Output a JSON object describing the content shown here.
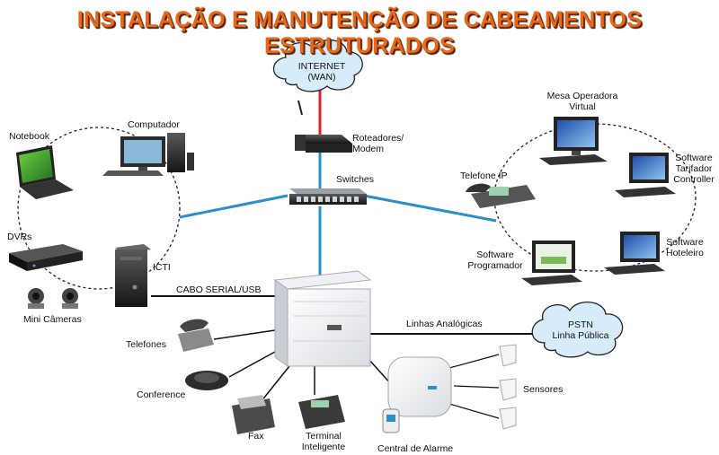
{
  "title": "INSTALAÇÃO E MANUTENÇÃO DE CABEAMENTOS ESTRUTURADOS",
  "colors": {
    "title": "#e8681a",
    "link_blue": "#2b8fc9",
    "wan_red": "#d8262a",
    "serial_black": "#111111"
  },
  "internet": {
    "line1": "INTERNET",
    "line2": "(WAN)"
  },
  "pstn": {
    "line1": "PSTN",
    "line2": "Linha Pública"
  },
  "labels": {
    "router": {
      "line1": "Roteadores/",
      "line2": "Modem"
    },
    "switches": "Switches",
    "computer": "Computador",
    "notebook": "Notebook",
    "dvrs": "DVRs",
    "mini_cameras": "Mini Câmeras",
    "icti": "ICTI",
    "serial": "CABO SERIAL/USB",
    "analog_lines": "Linhas Analógicas",
    "phones": "Telefones",
    "conference": "Conference",
    "fax": "Fax",
    "terminal": {
      "line1": "Terminal",
      "line2": "Inteligente"
    },
    "alarm": "Central de Alarme",
    "sensors": "Sensores",
    "ip_phone": "Telefone IP",
    "operator": {
      "line1": "Mesa Operadora",
      "line2": "Virtual"
    },
    "tariff": {
      "line1": "Software",
      "line2": "Tarifador",
      "line3": "Controller"
    },
    "hotel": {
      "line1": "Software",
      "line2": "Hoteleiro"
    },
    "programmer": {
      "line1": "Software",
      "line2": "Programador"
    }
  }
}
